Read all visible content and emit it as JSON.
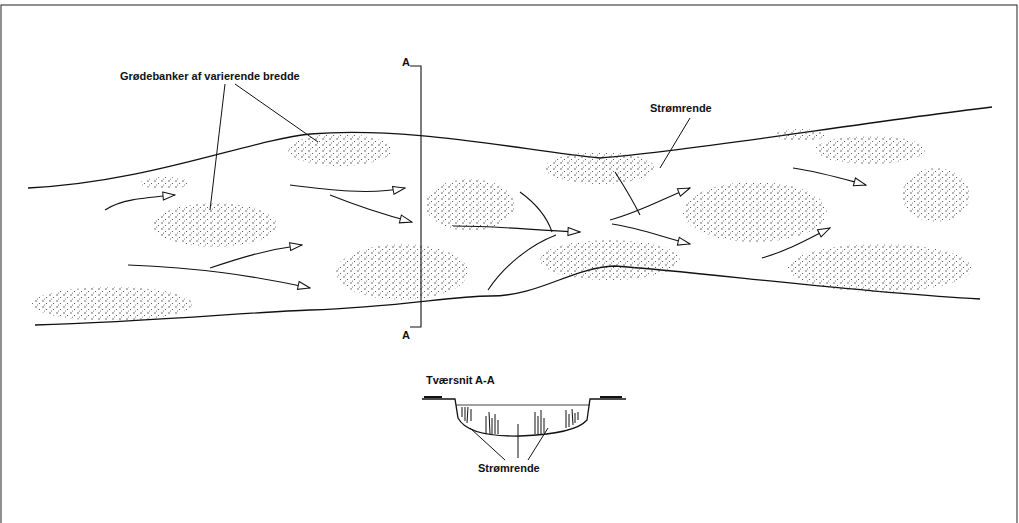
{
  "diagram": {
    "labels": [
      "Grødebanker af varierende bredde",
      "Strømrende",
      "A",
      "A",
      "Tværsnit A-A",
      "Strømrende"
    ]
  }
}
